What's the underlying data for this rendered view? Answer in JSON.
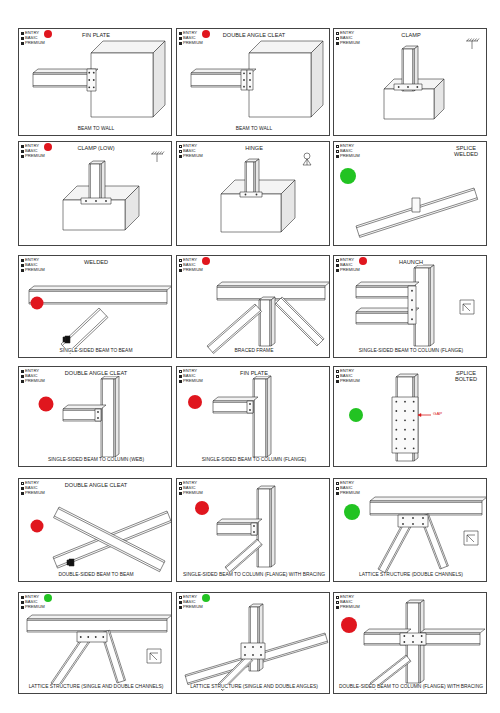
{
  "diagram": {
    "nodes": [
      {
        "text": [
          "ENTRY",
          "BASIC",
          "PREMIUM",
          "FIN PLATE",
          "BEAM TO WALL"
        ]
      },
      {
        "text": [
          "ENTRY",
          "BASIC",
          "PREMIUM",
          "DOUBLE ANGLE CLEAT",
          "BEAM TO WALL"
        ]
      },
      {
        "text": [
          "ENTRY",
          "BASIC",
          "PREMIUM",
          "CLAMP"
        ]
      },
      {
        "text": [
          "ENTRY",
          "BASIC",
          "PREMIUM",
          "CLAMP (LOW)"
        ]
      },
      {
        "text": [
          "ENTRY",
          "BASIC",
          "PREMIUM",
          "HINGE"
        ]
      },
      {
        "text": [
          "ENTRY",
          "BASIC",
          "PREMIUM",
          "SPLICE WELDED"
        ]
      },
      {
        "text": [
          "ENTRY",
          "BASIC",
          "PREMIUM",
          "WELDED",
          "SINGLE-SIDED BEAM TO BEAM"
        ]
      },
      {
        "text": [
          "ENTRY",
          "BASIC",
          "PREMIUM",
          "BRACED FRAME"
        ]
      },
      {
        "text": [
          "ENTRY",
          "BASIC",
          "PREMIUM",
          "HAUNCH",
          "SINGLE-SIDED BEAM TO COLUMN (FLANGE)"
        ]
      },
      {
        "text": [
          "ENTRY",
          "BASIC",
          "PREMIUM",
          "DOUBLE ANGLE CLEAT",
          "SINGLE-SIDED BEAM TO COLUMN (WEB)"
        ]
      },
      {
        "text": [
          "ENTRY",
          "BASIC",
          "PREMIUM",
          "FIN PLATE",
          "SINGLE-SIDED BEAM TO COLUMN (FLANGE)"
        ]
      },
      {
        "text": [
          "ENTRY",
          "BASIC",
          "PREMIUM",
          "SPLICE BOLTED",
          "GAP"
        ]
      },
      {
        "text": [
          "ENTRY",
          "BASIC",
          "PREMIUM",
          "DOUBLE ANGLE CLEAT",
          "DOUBLE-SIDED BEAM TO BEAM"
        ]
      },
      {
        "text": [
          "ENTRY",
          "BASIC",
          "PREMIUM",
          "SINGLE-SIDED BEAM TO COLUMN (FLANGE) WITH BRACING"
        ]
      },
      {
        "text": [
          "ENTRY",
          "BASIC",
          "PREMIUM",
          "LATTICE STRUCTURE (DOUBLE CHANNELS)"
        ]
      },
      {
        "text": [
          "ENTRY",
          "BASIC",
          "PREMIUM",
          "LATTICE STRUCTURE (SINGLE AND DOUBLE CHANNELS)"
        ]
      },
      {
        "text": [
          "ENTRY",
          "BASIC",
          "PREMIUM",
          "LATTICE STRUCTURE (SINGLE AND DOUBLE ANGLES)"
        ]
      },
      {
        "text": [
          "ENTRY",
          "BASIC",
          "PREMIUM",
          "DOUBLE-SIDED BEAM TO COLUMN (FLANGE) WITH BRACING"
        ]
      }
    ]
  }
}
